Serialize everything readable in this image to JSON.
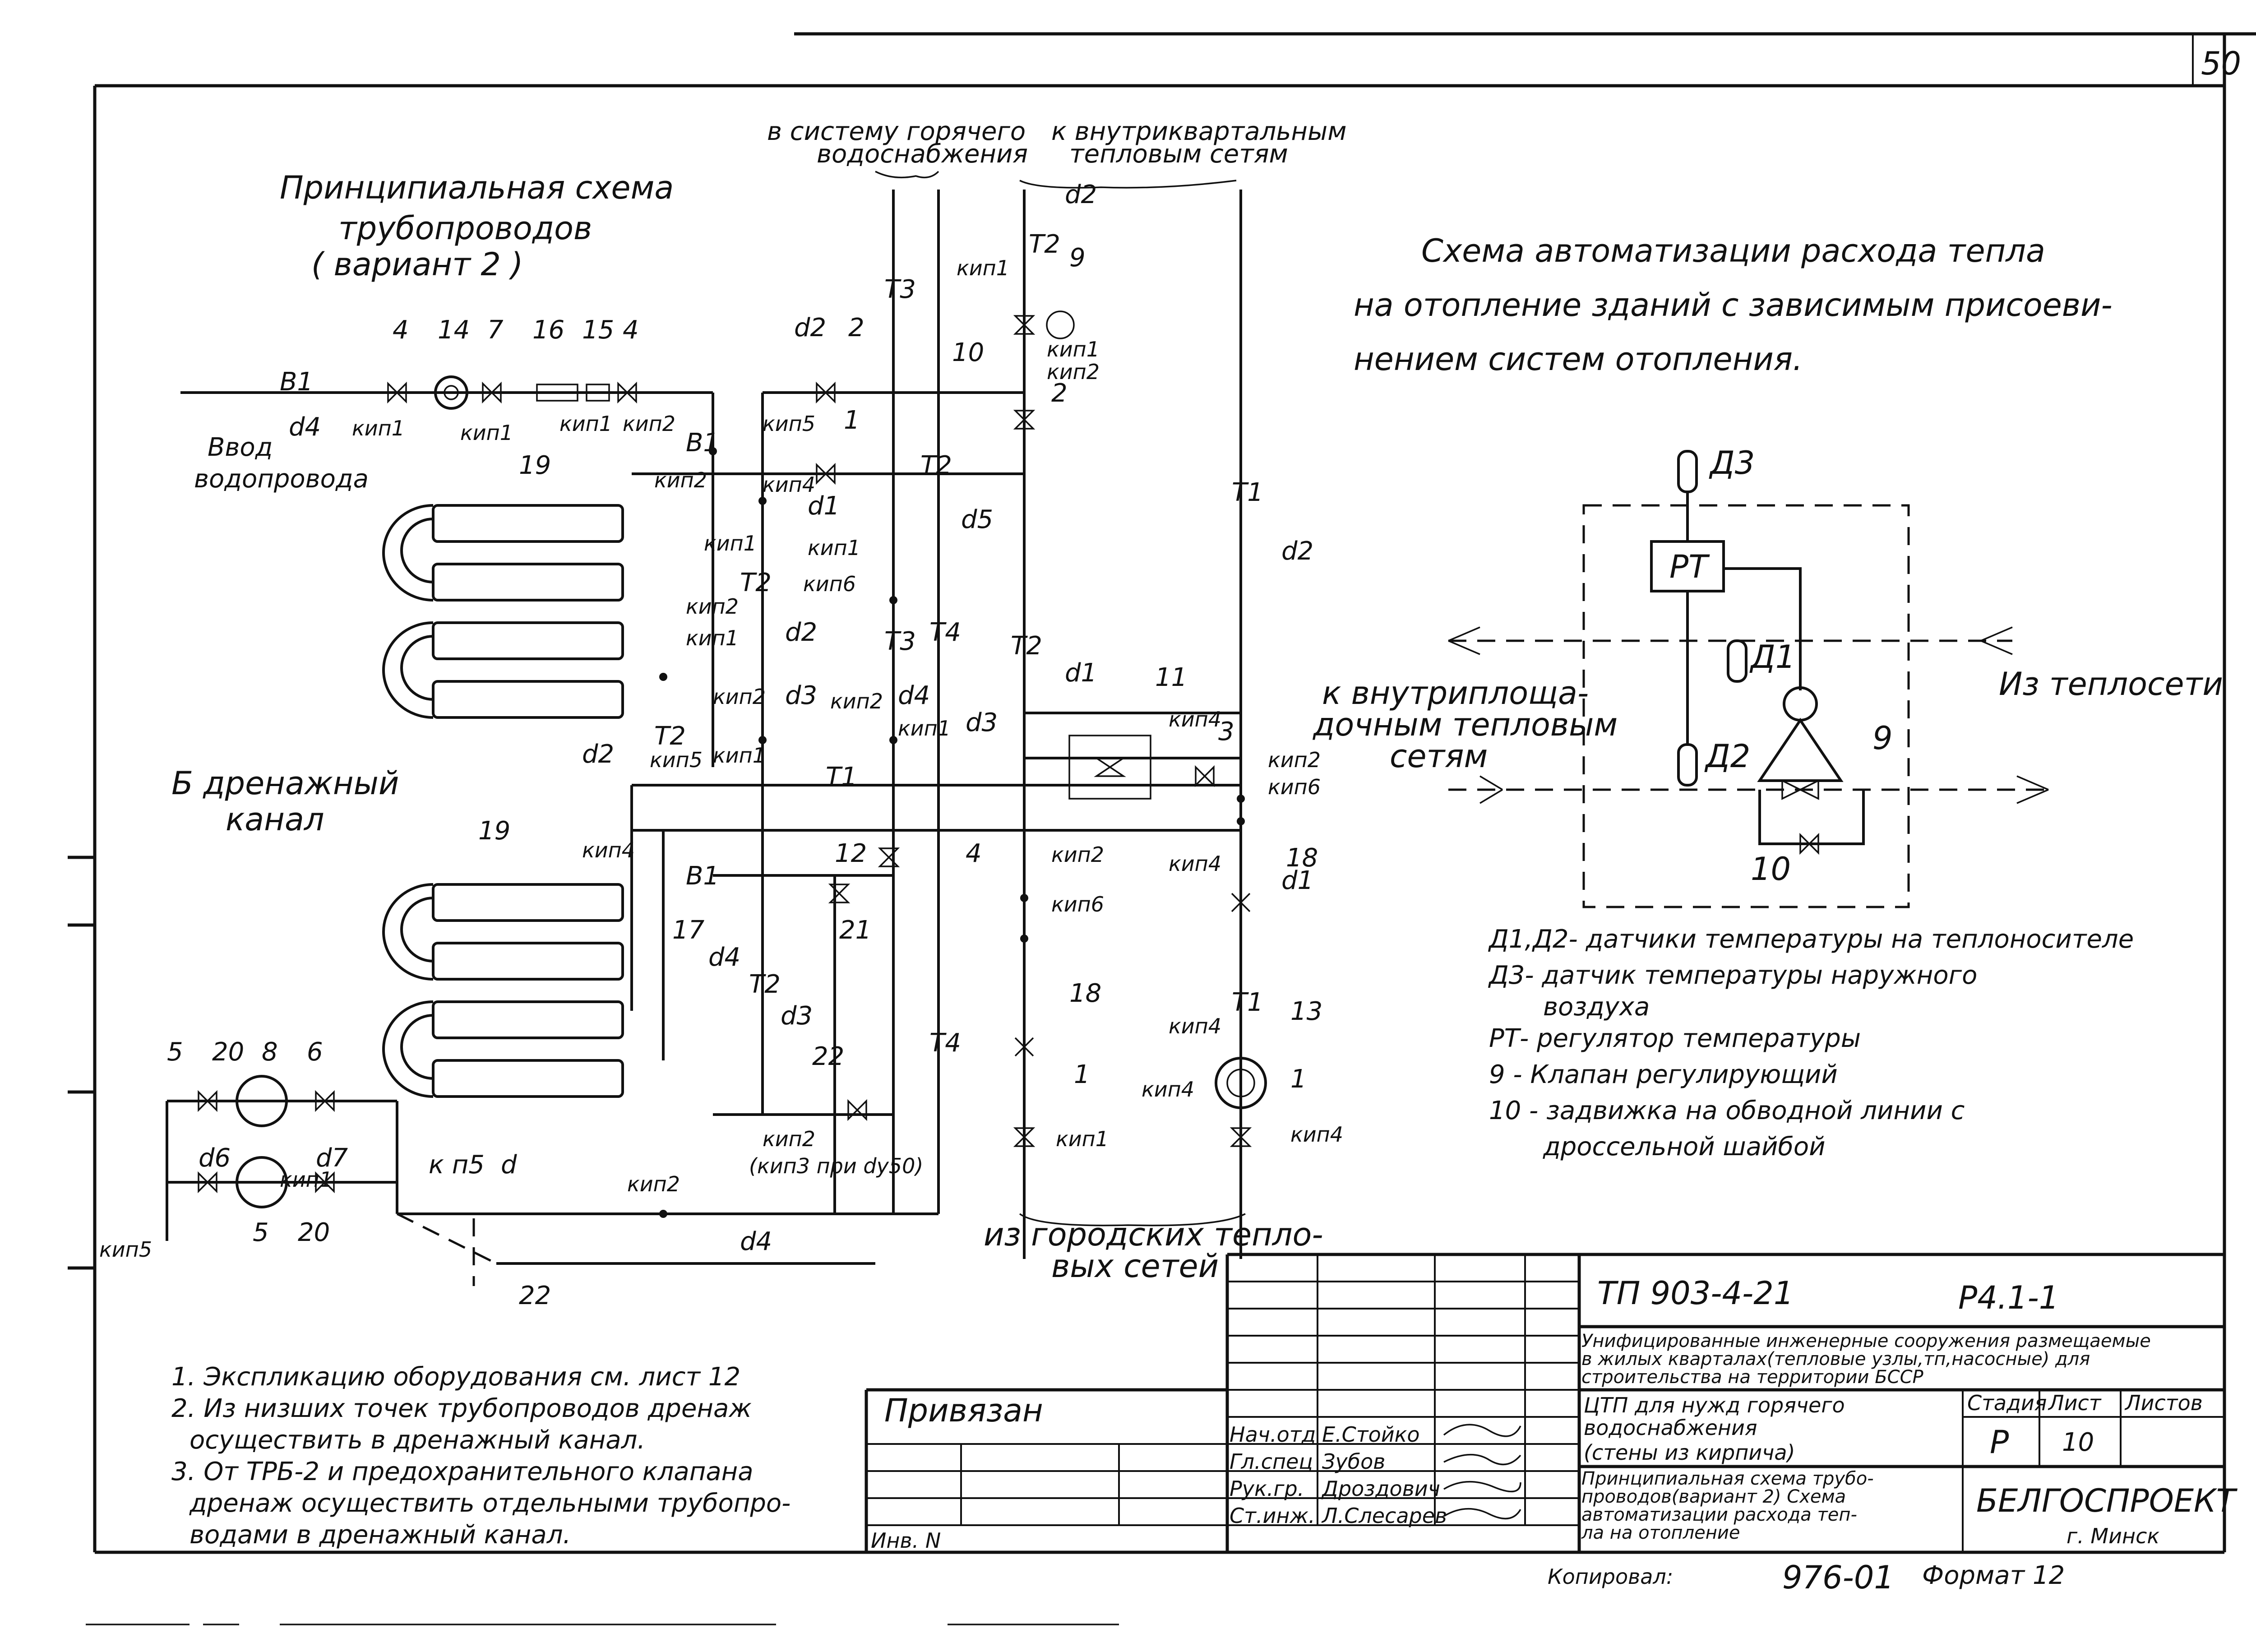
{
  "sheet": {
    "page_number": "50",
    "scheme_title": [
      "Принципиальная схема",
      "трубопроводов",
      "( вариант 2 )"
    ],
    "auto_title": [
      "Схема автоматизации расхода тепла",
      "на отопление зданий с зависимым присоеви-",
      "нением систем отопления."
    ]
  },
  "headers": {
    "hot_water": [
      "в систему горячего",
      "водоснабжения"
    ],
    "inner_quarter": [
      "к внутриквартальным",
      "тепловым сетям"
    ],
    "inner_site": [
      "к внутриплоща-",
      "дочным тепловым",
      "сетям"
    ],
    "city_networks": [
      "из городских тепло-",
      "вых сетей"
    ],
    "water_input": [
      "Ввод",
      "водопровода"
    ],
    "drain": [
      "Б дренажный",
      "канал"
    ],
    "from_heat": "Из теплосети"
  },
  "pipes": {
    "B1": "В1",
    "T1": "Т1",
    "T2": "Т2",
    "T3": "Т3",
    "T4": "Т4",
    "d1": "d1",
    "d2": "d2",
    "d3": "d3",
    "d4": "d4",
    "d5": "d5",
    "d6": "d6",
    "d7": "d7",
    "dfree": "d"
  },
  "instruments": {
    "kip1": "кип1",
    "kip2": "кип2",
    "kip3": "кип3",
    "kip4": "кип4",
    "kip5": "кип5",
    "kip6": "кип6",
    "kn5": "к п5",
    "kip2_alt": "кип2",
    "kip3_note": "(кип3 при dу50)"
  },
  "numbers": [
    "1",
    "2",
    "3",
    "4",
    "5",
    "6",
    "7",
    "8",
    "9",
    "10",
    "11",
    "12",
    "13",
    "14",
    "15",
    "16",
    "17",
    "18",
    "19",
    "20",
    "21",
    "22"
  ],
  "auto": {
    "RT": "РТ",
    "D1": "Д1",
    "D2": "Д2",
    "D3": "Д3",
    "n9": "9",
    "n10": "10"
  },
  "legend": [
    "Д1,Д2- датчики температуры на теплоносителе",
    "Д3- датчик температуры наружного",
    "воздуха",
    "РТ- регулятор температуры",
    "9 - Клапан регулирующий",
    "10 - задвижка на обводной линии с",
    "дроссельной шайбой"
  ],
  "notes": [
    "1. Экспликацию оборудования см. лист 12",
    "2. Из низших точек трубопроводов дренаж",
    "осуществить в дренажный канал.",
    "3. От ТРБ-2 и предохранительного клапана",
    "дренаж осуществить отдельными трубопро-",
    "водами в дренажный канал."
  ],
  "titleblock": {
    "code": "ТП 903-4-21",
    "sheet_code": "Р4.1-1",
    "description": [
      "Унифицированные инженерные сооружения размещаемые",
      "в жилых кварталах(тепловые узлы,тп,насосные) для",
      "строительства на территории БССР"
    ],
    "tp_note": [
      "ЦТП для нужд горячего",
      "водоснабжения",
      "(стены из кирпича)"
    ],
    "sheet_name": [
      "Принципиальная схема трубо-",
      "проводов(вариант 2) Схема",
      "автоматизации расхода теп-",
      "ла на отопление"
    ],
    "stage_label": "Стадия",
    "sheet_label": "Лист",
    "sheets_label": "Листов",
    "stage": "Р",
    "sheet": "10",
    "org": "БЕЛГОСПРОЕКТ",
    "city": "г. Минск",
    "privyazan": "Привязан",
    "inv": "Инв. N",
    "roles": [
      "Нач.отд",
      "Гл.спец",
      "Рук.гр.",
      "Ст.инж."
    ],
    "names": [
      "Е.Стойко",
      "Зубов",
      "Дроздович",
      "Л.Слесарев"
    ],
    "copied": "Копировал:",
    "number": "976-01",
    "format": "Формат 12"
  }
}
